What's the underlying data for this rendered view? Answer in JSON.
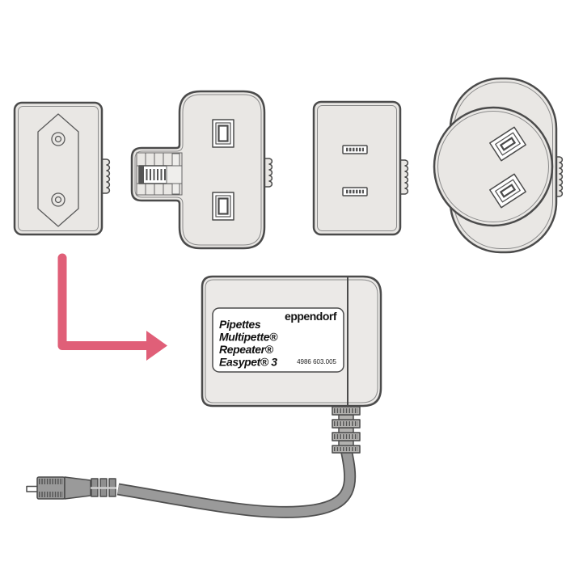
{
  "diagram": {
    "title": "power-adapter-set-diagram",
    "brand": "eppendorf",
    "label_lines": [
      "Pipettes",
      "Multipette®",
      "Repeater®",
      "Easypet® 3"
    ],
    "part_number": "4986 603.005"
  },
  "plugs": [
    {
      "name": "europlug-two-pin-adapter"
    },
    {
      "name": "uk-three-pin-adapter"
    },
    {
      "name": "us-two-blade-adapter"
    },
    {
      "name": "round-two-slot-adapter"
    }
  ],
  "colors": {
    "outline": "#4b4b4b",
    "inner_line": "#8a8a8a",
    "plug_fill": "#e9e7e4",
    "box_fill": "#ebe9e7",
    "label_fill": "#ffffff",
    "cable_gray": "#9a9a9a",
    "cable_edge": "#4f4f4f",
    "arrow_pink": "#e05f78"
  }
}
